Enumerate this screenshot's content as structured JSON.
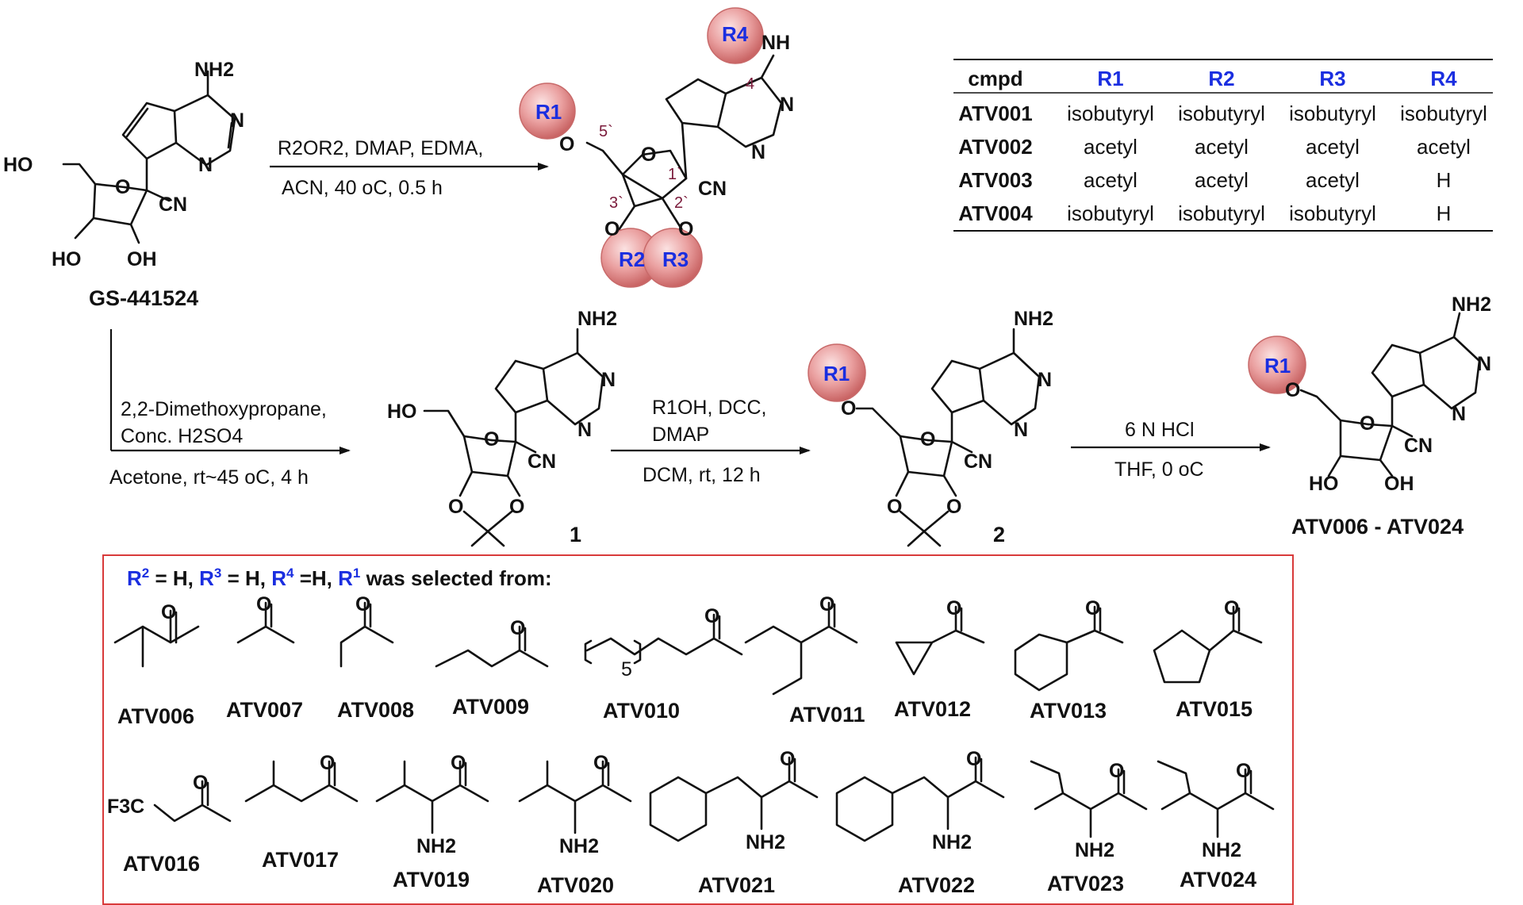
{
  "start_material": {
    "name": "GS-441524",
    "atoms": {
      "nh2": "NH2",
      "ho5": "HO",
      "ho3": "HO",
      "oh2": "OH",
      "cn": "CN",
      "o_ring": "O",
      "n": "N"
    }
  },
  "step1": {
    "line1": "R2OR2, DMAP, EDMA,",
    "line2": "ACN, 40 oC, 0.5 h"
  },
  "product1": {
    "atoms": {
      "nh": "NH",
      "cn": "CN",
      "o_ring": "O",
      "o": "O",
      "n": "N"
    },
    "positions": {
      "p4": "4",
      "p5": "5`",
      "p1": "1`",
      "p2": "2`",
      "p3": "3`"
    },
    "r_groups": {
      "r1": "R1",
      "r2": "R2",
      "r3": "R3",
      "r4": "R4"
    }
  },
  "table": {
    "headers": [
      "cmpd",
      "R1",
      "R2",
      "R3",
      "R4"
    ],
    "rows": [
      [
        "ATV001",
        "isobutyryl",
        "isobutyryl",
        "isobutyryl",
        "isobutyryl"
      ],
      [
        "ATV002",
        "acetyl",
        "acetyl",
        "acetyl",
        "acetyl"
      ],
      [
        "ATV003",
        "acetyl",
        "acetyl",
        "acetyl",
        "H"
      ],
      [
        "ATV004",
        "isobutyryl",
        "isobutyryl",
        "isobutyryl",
        "H"
      ]
    ]
  },
  "step2": {
    "line1": "2,2-Dimethoxypropane,",
    "line2": "Conc. H2SO4",
    "line3": "Acetone, rt~45 oC, 4 h"
  },
  "compound1": {
    "label": "1",
    "atoms": {
      "nh2": "NH2",
      "ho": "HO",
      "cn": "CN",
      "o": "O",
      "n": "N"
    }
  },
  "step3": {
    "line1": "R1OH, DCC,",
    "line2": "DMAP",
    "line3": "DCM, rt, 12 h"
  },
  "compound2": {
    "label": "2",
    "atoms": {
      "nh2": "NH2",
      "cn": "CN",
      "o": "O",
      "n": "N"
    },
    "r1": "R1"
  },
  "step4": {
    "line1": "6 N HCl",
    "line2": "THF, 0 oC"
  },
  "final": {
    "label": "ATV006 - ATV024",
    "atoms": {
      "nh2": "NH2",
      "ho": "HO",
      "oh": "OH",
      "cn": "CN",
      "o": "O",
      "n": "N"
    },
    "r1": "R1"
  },
  "box": {
    "caption": "R2 = H, R3 = H, R4 =H, R1 was selected from:",
    "row1": [
      "ATV006",
      "ATV007",
      "ATV008",
      "ATV009",
      "ATV010",
      "ATV011",
      "ATV012",
      "ATV013",
      "ATV015"
    ],
    "row2": [
      "ATV016",
      "ATV017",
      "ATV019",
      "ATV020",
      "ATV021",
      "ATV022",
      "ATV023",
      "ATV024"
    ],
    "atoms": {
      "o": "O",
      "nh2": "NH2",
      "f3c": "F3C",
      "sub5": "5"
    }
  },
  "colors": {
    "r_group_label": "#1a2ee0",
    "box_border": "#d83a3a",
    "ball": "#e58a8a",
    "position_label": "#7a1a3a"
  }
}
